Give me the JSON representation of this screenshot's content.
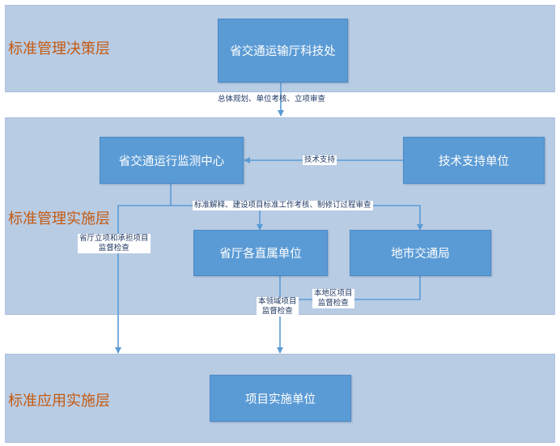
{
  "layers": {
    "decision": "标准管理决策层",
    "management": "标准管理实施层",
    "application": "标准应用实施层"
  },
  "nodes": {
    "tech_office": "省交通运输厅科技处",
    "monitor_center": "省交通运行监测中心",
    "tech_support": "技术支持单位",
    "direct_units": "省厅各直属单位",
    "city_bureau": "地市交通局",
    "project_unit": "项目实施单位"
  },
  "edges": {
    "planning": "总体规划、单位考核、立项审查",
    "support": "技术支持",
    "interpret": "标准解释、建设项目标准工作考核、制修订过程审查",
    "provincial_line1": "省厅立项和承担项目",
    "provincial_line2": "监督检查",
    "field_line1": "本领域项目",
    "field_line2": "监督检查",
    "region_line1": "本地区项目",
    "region_line2": "监督检查"
  },
  "colors": {
    "layer_fill": "#b8cce4",
    "node_fill": "#5b9bd5",
    "arrow": "#5b9bd5",
    "layer_title": "#c55a11"
  }
}
